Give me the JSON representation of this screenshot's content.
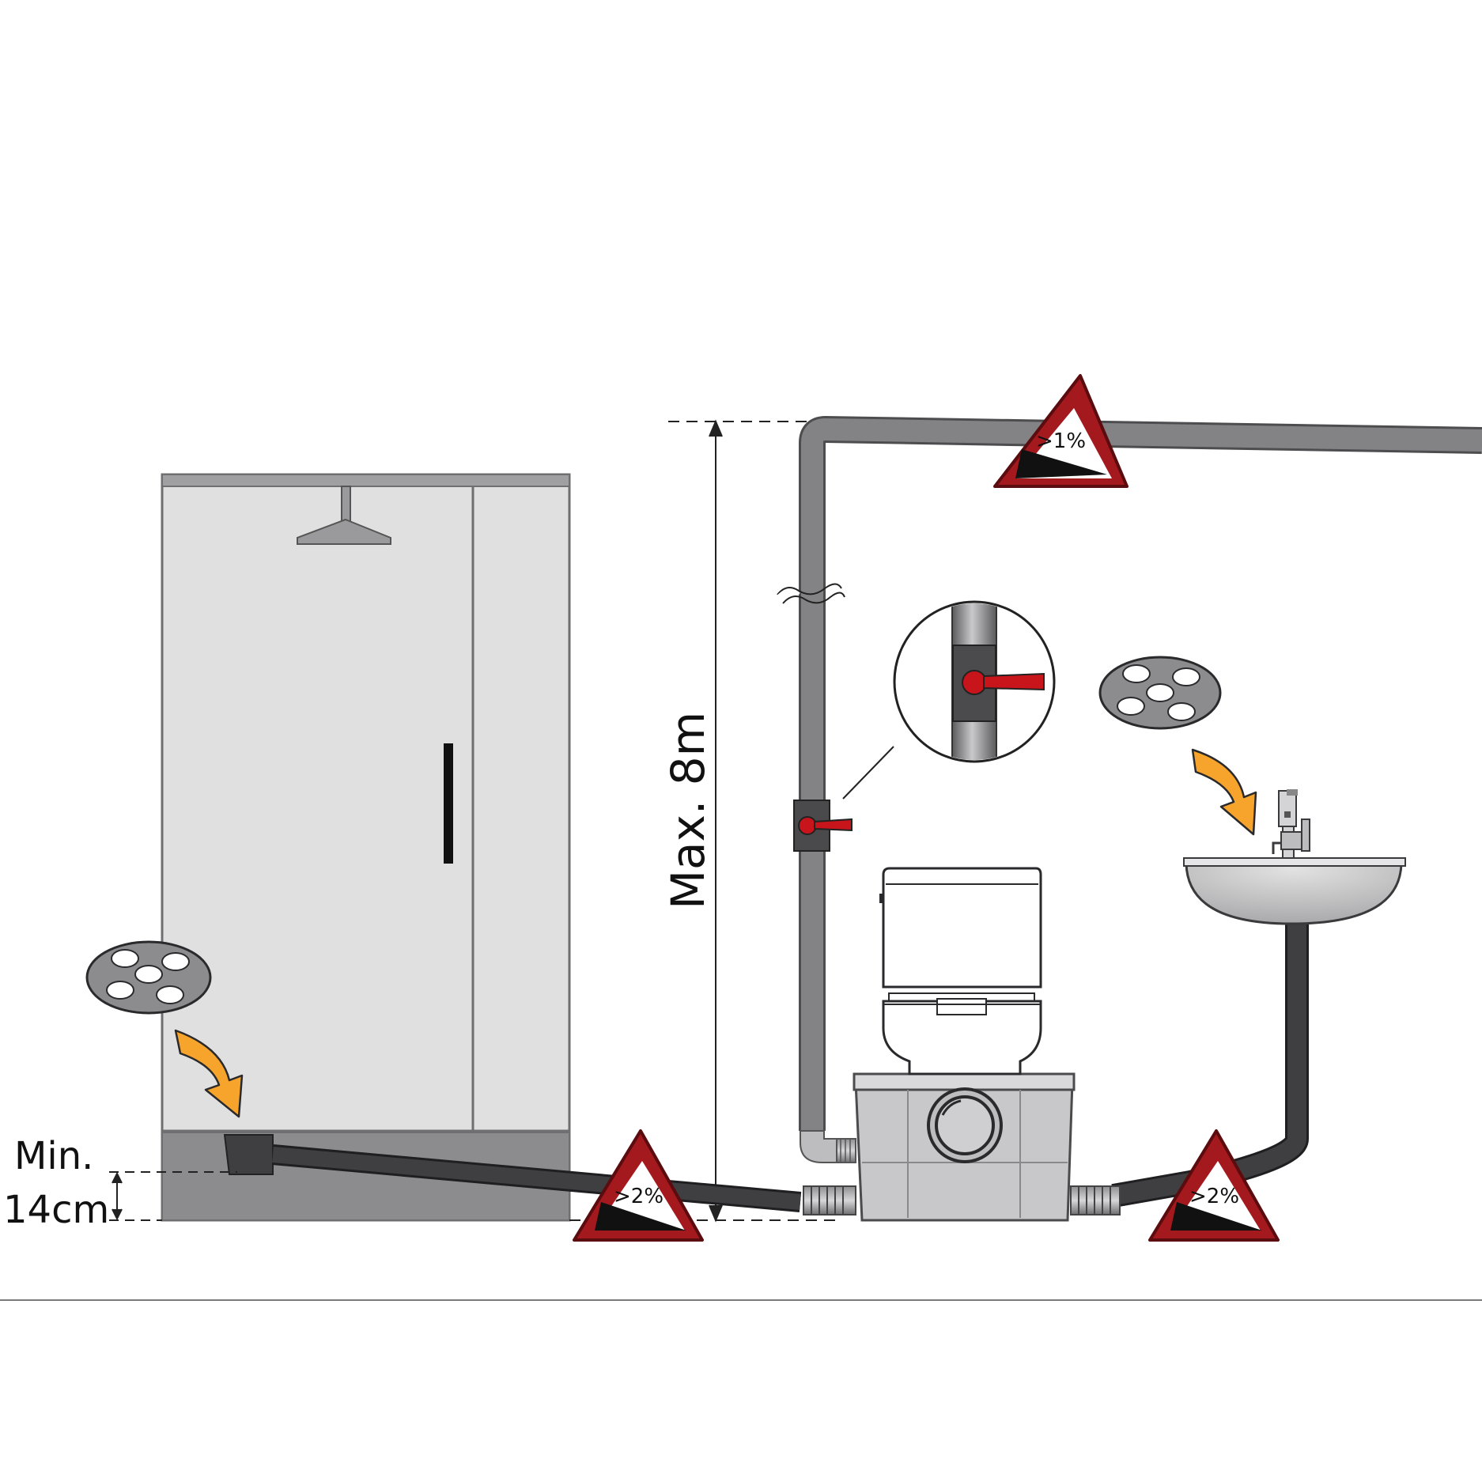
{
  "labels": {
    "max_height": "Max. 8m",
    "min_line1": "Min.",
    "min_line2": "14cm"
  },
  "slopes": {
    "top_pipe": ">1%",
    "shower_pipe": ">2%",
    "sink_pipe": ">2%"
  },
  "colors": {
    "pipe_light": "#7d7d7f",
    "pipe_dark": "#3f3f41",
    "warning_red": "#a3191e",
    "arrow_orange": "#f7a42c",
    "valve_red": "#c8141b",
    "cabinet_fill": "#e0e0e0",
    "floor_block": "#8c8c8e"
  },
  "icons": [
    "drain-filter-icon",
    "curved-arrow-icon",
    "slope-warning-icon",
    "ball-valve-icon",
    "shower-head-icon",
    "faucet-icon"
  ]
}
